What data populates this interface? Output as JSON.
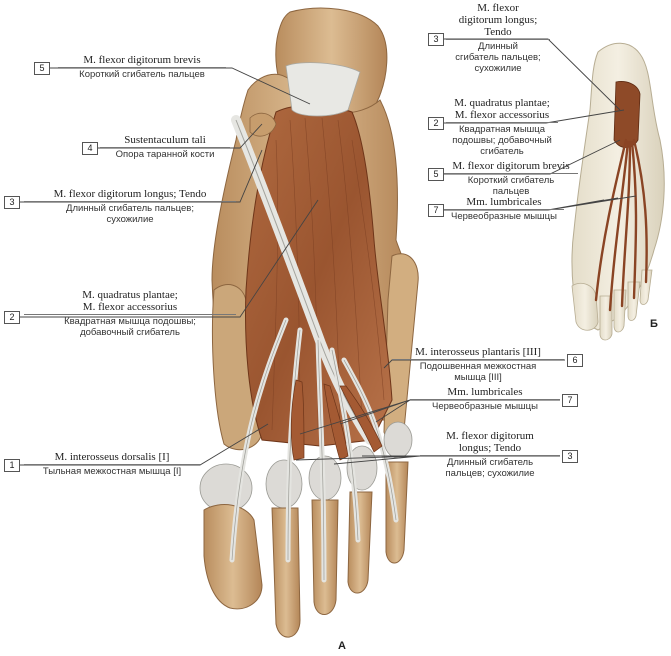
{
  "figure_a_letter": "А",
  "figure_b_letter": "Б",
  "colors": {
    "bone": "#d6b58a",
    "bone_shadow": "#b08658",
    "muscle": "#a8623a",
    "muscle_dark": "#7c3f22",
    "tendon": "#e2e2de",
    "leader": "#444444"
  },
  "labels_a": [
    {
      "num": "5",
      "lat": [
        "M. flexor digitorum brevis"
      ],
      "ru": [
        "Короткий сгибатель пальцев"
      ]
    },
    {
      "num": "4",
      "lat": [
        "Sustentaculum tali"
      ],
      "ru": [
        "Опора таранной кости"
      ]
    },
    {
      "num": "3",
      "lat": [
        "M. flexor digitorum longus; Tendo"
      ],
      "ru": [
        "Длинный сгибатель пальцев;",
        "сухожилие"
      ]
    },
    {
      "num": "2",
      "lat": [
        "M. quadratus plantae;",
        "M. flexor accessorius"
      ],
      "ru": [
        "Квадратная мышца подошвы;",
        "добавочный сгибатель"
      ]
    },
    {
      "num": "1",
      "lat": [
        "M. interosseus dorsalis [I]"
      ],
      "ru": [
        "Тыльная межкостная мышца [I]"
      ]
    },
    {
      "num": "6",
      "lat": [
        "M. interosseus plantaris [III]"
      ],
      "ru": [
        "Подошвенная межкостная",
        "мышца [III]"
      ]
    },
    {
      "num": "7",
      "lat": [
        "Mm. lumbricales"
      ],
      "ru": [
        "Червеобразные мышцы"
      ]
    },
    {
      "num": "3",
      "lat": [
        "M. flexor digitorum",
        "longus; Tendo"
      ],
      "ru": [
        "Длинный сгибатель",
        "пальцев; сухожилие"
      ]
    }
  ],
  "labels_b": [
    {
      "num": "3",
      "lat": [
        "M. flexor",
        "digitorum longus;",
        "Tendo"
      ],
      "ru": [
        "Длинный",
        "сгибатель пальцев;",
        "сухожилие"
      ]
    },
    {
      "num": "2",
      "lat": [
        "M. quadratus plantae;",
        "M. flexor accessorius"
      ],
      "ru": [
        "Квадратная мышца",
        "подошвы; добавочный",
        "сгибатель"
      ]
    },
    {
      "num": "5",
      "lat": [
        "M. flexor digitorum brevis"
      ],
      "ru": [
        "Короткий сгибатель",
        "пальцев"
      ]
    },
    {
      "num": "7",
      "lat": [
        "Mm. lumbricales"
      ],
      "ru": [
        "Червеобразные мышцы"
      ]
    }
  ]
}
